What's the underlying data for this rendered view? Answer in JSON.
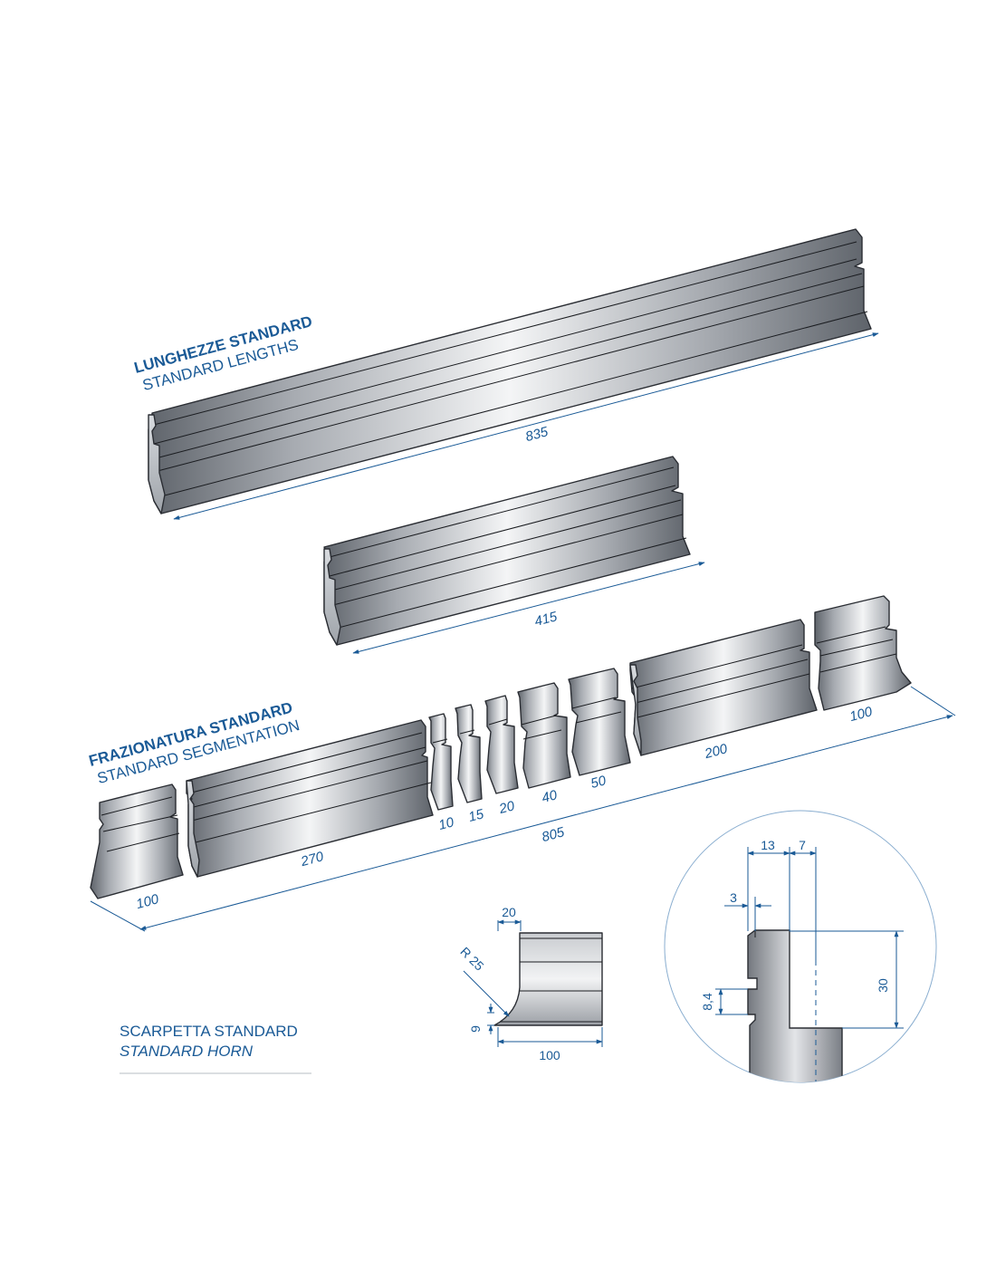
{
  "sections": {
    "lengths": {
      "title": "LUNGHEZZE STANDARD",
      "subtitle": "STANDARD LENGTHS",
      "dims": [
        "835",
        "415"
      ]
    },
    "segmentation": {
      "title": "FRAZIONATURA STANDARD",
      "subtitle": "STANDARD SEGMENTATION",
      "total": "805",
      "pieces": [
        "100",
        "270",
        "10",
        "15",
        "20",
        "40",
        "50",
        "200",
        "100"
      ]
    },
    "horn": {
      "title": "SCARPETTA STANDARD",
      "subtitle": "STANDARD HORN",
      "dims": {
        "top": "20",
        "radius": "R 25",
        "height": "9",
        "length": "100"
      }
    },
    "detail": {
      "dims": {
        "a": "13",
        "b": "7",
        "c": "3",
        "d": "8,4",
        "e": "30"
      }
    }
  },
  "colors": {
    "accent": "#1a5a96",
    "steel_dark": "#6d7279",
    "steel_light": "#eef0f2",
    "edge": "#2a2d33",
    "circle": "#8aaed0"
  }
}
